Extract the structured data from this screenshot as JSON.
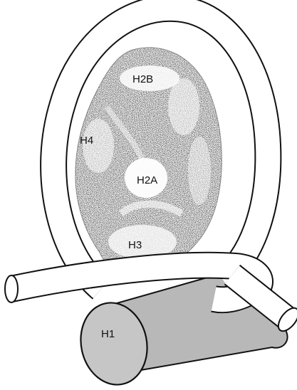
{
  "figure": {
    "labels": {
      "h1": "H1",
      "h2a": "H2A",
      "h2b": "H2B",
      "h3": "H3",
      "h4": "H4"
    },
    "colors": {
      "outline": "#111111",
      "h1_fill": "#b8b8b8",
      "core_stipple": "#2a2a2a",
      "background": "#ffffff"
    }
  }
}
